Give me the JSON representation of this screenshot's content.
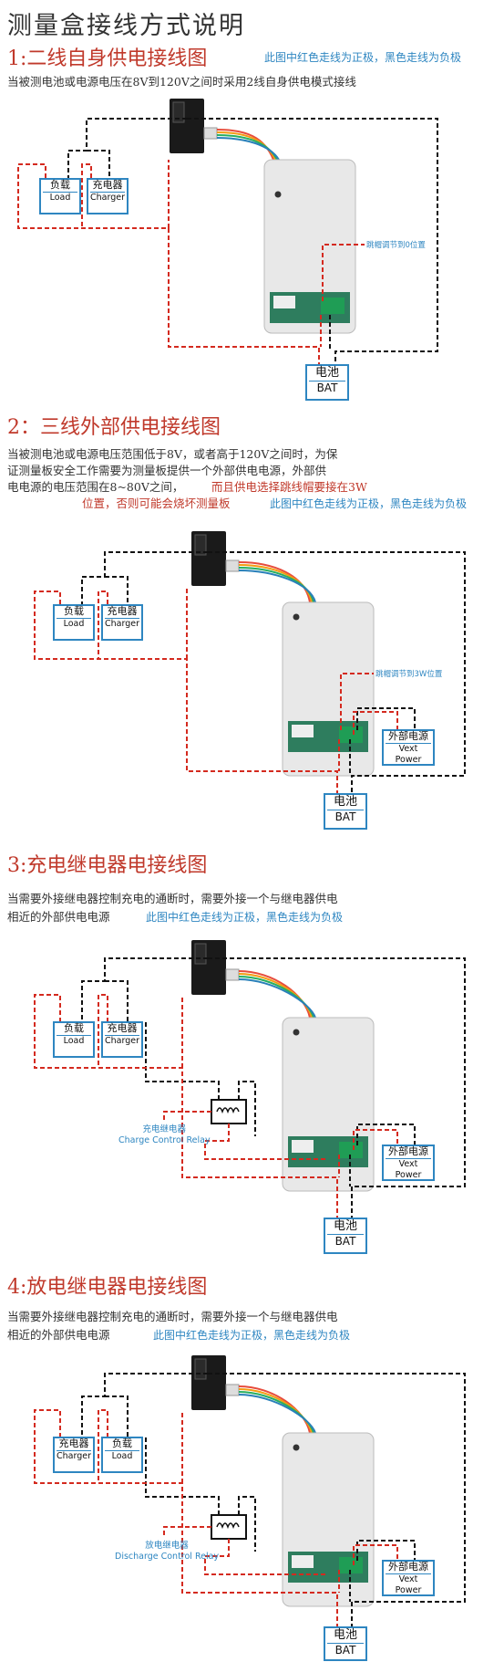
{
  "title": "测量盒接线方式说明",
  "colors": {
    "positive_wire": "#d42a1f",
    "negative_wire": "#111111",
    "label_blue": "#2e86c1",
    "title_red": "#c0392b"
  },
  "sections": [
    {
      "heading": "1:二线自身供电接线图",
      "note": "此图中红色走线为正极，黑色走线为负极",
      "desc_lines": [
        "当被测电池或电源电压在8V到120V之间时采用2线自身供电模式接线"
      ],
      "load": {
        "cn": "负载",
        "en": "Load"
      },
      "charger": {
        "cn": "充电器",
        "en": "Charger"
      },
      "battery": {
        "cn": "电池",
        "en": "BAT"
      },
      "jumper_note": "跳帽调节到0位置"
    },
    {
      "heading": "2：三线外部供电接线图",
      "desc_lines": [
        "当被测电池或电源电压范围低于8V，或者高于120V之间时，为保",
        "证测量板安全工作需要为测量板提供一个外部供电电源，外部供",
        "电电源的电压范围在8~80V之间，"
      ],
      "desc_red": "而且供电选择跳线帽要接在3W",
      "desc_red2": "位置，否则可能会烧坏测量板",
      "note": "此图中红色走线为正极，黑色走线为负极",
      "load": {
        "cn": "负载",
        "en": "Load"
      },
      "charger": {
        "cn": "充电器",
        "en": "Charger"
      },
      "battery": {
        "cn": "电池",
        "en": "BAT"
      },
      "ext_power": {
        "cn": "外部电源",
        "en": "Vext Power"
      },
      "jumper_note": "跳帽调节到3W位置"
    },
    {
      "heading": "3:充电继电器电接线图",
      "desc_lines": [
        "当需要外接继电器控制充电的通断时，需要外接一个与继电器供电",
        "相近的外部供电电源"
      ],
      "note": "此图中红色走线为正极，黑色走线为负极",
      "load": {
        "cn": "负载",
        "en": "Load"
      },
      "charger": {
        "cn": "充电器",
        "en": "Charger"
      },
      "battery": {
        "cn": "电池",
        "en": "BAT"
      },
      "ext_power": {
        "cn": "外部电源",
        "en": "Vext Power"
      },
      "relay": {
        "cn": "充电继电器",
        "en": "Charge Control Relay"
      }
    },
    {
      "heading": "4:放电继电器电接线图",
      "desc_lines": [
        "当需要外接继电器控制充电的通断时，需要外接一个与继电器供电",
        "相近的外部供电电源"
      ],
      "note": "此图中红色走线为正极，黑色走线为负极",
      "load": {
        "cn": "负载",
        "en": "Load"
      },
      "charger": {
        "cn": "充电器",
        "en": "Charger"
      },
      "battery": {
        "cn": "电池",
        "en": "BAT"
      },
      "ext_power": {
        "cn": "外部电源",
        "en": "Vext Power"
      },
      "relay": {
        "cn": "放电继电器",
        "en": "Discharge Control Relay"
      }
    }
  ]
}
